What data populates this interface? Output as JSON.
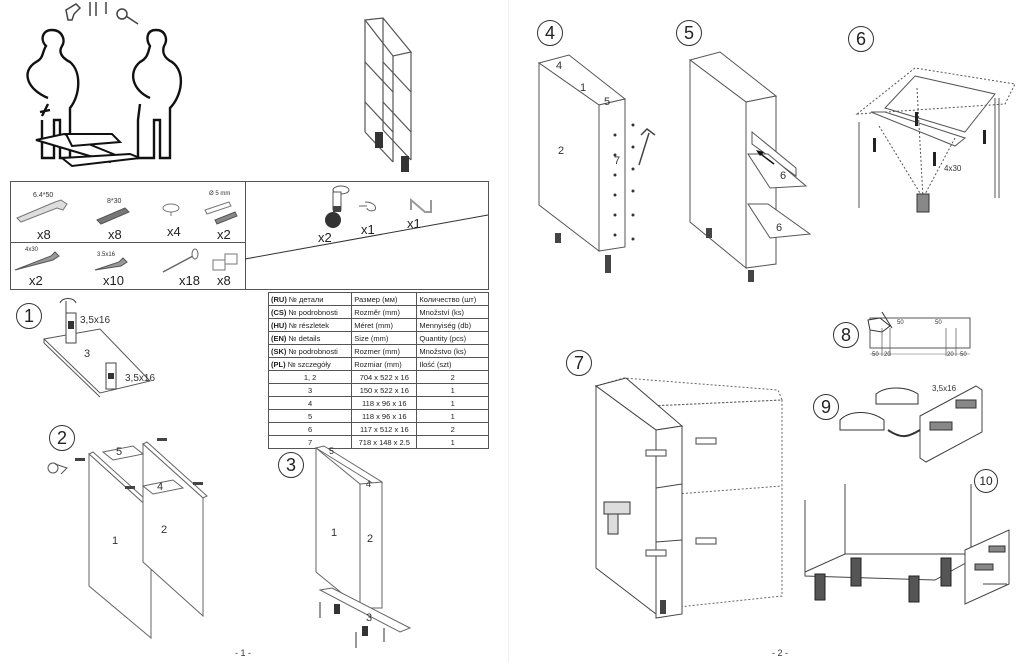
{
  "pages": [
    {
      "number_label": "- 1 -"
    },
    {
      "number_label": "- 2 -"
    }
  ],
  "hardware": {
    "items": [
      {
        "name": "screw-6.4x50",
        "size_label": "6.4*50",
        "qty": "x8"
      },
      {
        "name": "dowel-8x30",
        "size_label": "8*30",
        "qty": "x8"
      },
      {
        "name": "shelf-pin",
        "size_label": "",
        "qty": "x4"
      },
      {
        "name": "bolt-5mm",
        "size_label": "Ø 5 mm",
        "qty": "x2"
      },
      {
        "name": "screw-4x30",
        "size_label": "4x30",
        "qty": "x2"
      },
      {
        "name": "screw-3.5x16",
        "size_label": "3.5x16",
        "qty": "x10"
      },
      {
        "name": "nail",
        "size_label": "",
        "qty": "x18"
      },
      {
        "name": "connector",
        "size_label": "",
        "qty": "x8"
      },
      {
        "name": "adjustable-leg",
        "size_label": "",
        "qty": "x2"
      },
      {
        "name": "clip",
        "size_label": "",
        "qty": "x1"
      },
      {
        "name": "allen-key",
        "size_label": "",
        "qty": "x1"
      }
    ]
  },
  "parts_table": {
    "header_rows": [
      {
        "lang": "(RU)",
        "detail": "№ детали",
        "size": "Размер  (мм)",
        "qty": "Количество (шт)"
      },
      {
        "lang": "(CS)",
        "detail": "№ podrobnosti",
        "size": "Rozměr (mm)",
        "qty": "Množství (ks)"
      },
      {
        "lang": "(HU)",
        "detail": "№ részletek",
        "size": "Méret (mm)",
        "qty": "Mennyiség (db)"
      },
      {
        "lang": "(EN)",
        "detail": "№ details",
        "size": "Size (mm)",
        "qty": "Quantity  (pcs)"
      },
      {
        "lang": "(SK)",
        "detail": "№ podrobnosti",
        "size": "Rozmer (mm)",
        "qty": "Množstvo (ks)"
      },
      {
        "lang": "(PL)",
        "detail": "№ szczegóły",
        "size": "Rozmiar (mm)",
        "qty": "Ilość (szt)"
      }
    ],
    "rows": [
      {
        "part": "1, 2",
        "size": "704 x 522 x 16",
        "qty": "2"
      },
      {
        "part": "3",
        "size": "150 x 522 x 16",
        "qty": "1"
      },
      {
        "part": "4",
        "size": "118 x 96 x 16",
        "qty": "1"
      },
      {
        "part": "5",
        "size": "118 x 96 x 16",
        "qty": "1"
      },
      {
        "part": "6",
        "size": "117 x 512 x 16",
        "qty": "2"
      },
      {
        "part": "7",
        "size": "718 x 148 x 2.5",
        "qty": "1"
      }
    ]
  },
  "steps": [
    {
      "number": "1",
      "labels": {
        "part": "3",
        "screw_a": "3,5x16",
        "screw_b": "3,5x16"
      }
    },
    {
      "number": "2",
      "labels": {
        "p1": "1",
        "p2": "2",
        "p4": "4",
        "p5": "5"
      }
    },
    {
      "number": "3",
      "labels": {
        "p1": "1",
        "p2": "2",
        "p3": "3",
        "p4": "4",
        "p5": "5"
      }
    },
    {
      "number": "4",
      "labels": {
        "p1": "1",
        "p2": "2",
        "p4": "4",
        "p5": "5",
        "p7": "7"
      }
    },
    {
      "number": "5",
      "labels": {
        "p6a": "6",
        "p6b": "6"
      }
    },
    {
      "number": "6",
      "labels": {
        "screw": "4x30"
      }
    },
    {
      "number": "7",
      "labels": {}
    },
    {
      "number": "8",
      "labels": {
        "d1": "50",
        "d2": "20",
        "d3": "20",
        "d4": "50",
        "v1": "50",
        "v2": "50"
      }
    },
    {
      "number": "9",
      "labels": {
        "screw": "3,5x16"
      }
    },
    {
      "number": "10",
      "labels": {}
    }
  ]
}
